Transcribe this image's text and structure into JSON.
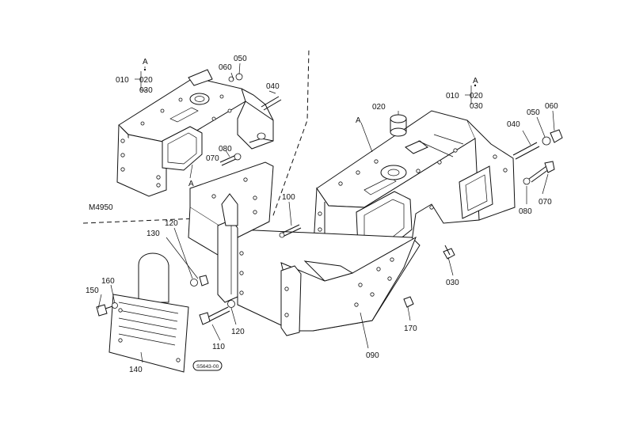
{
  "labels": {
    "m4950": "M4950",
    "inset_a": "A",
    "inset_010": "010",
    "inset_020": "020",
    "inset_030": "030",
    "inset_060": "060",
    "inset_050": "050",
    "inset_040": "040",
    "inset_080": "080",
    "inset_070": "070",
    "inset_a2": "A",
    "main_a_bracket": "A",
    "main_010": "010",
    "main_020_bracket": "020",
    "main_030_bracket": "030",
    "main_020": "020",
    "main_a": "A",
    "main_040": "040",
    "main_050": "050",
    "main_060": "060",
    "main_080": "080",
    "main_070": "070",
    "main_030": "030",
    "main_100": "100",
    "main_120_top": "120",
    "main_130": "130",
    "main_160": "160",
    "main_150": "150",
    "main_140": "140",
    "main_110": "110",
    "main_120_bottom": "120",
    "main_170": "170",
    "main_090": "090",
    "stamp": "S5643-00"
  }
}
